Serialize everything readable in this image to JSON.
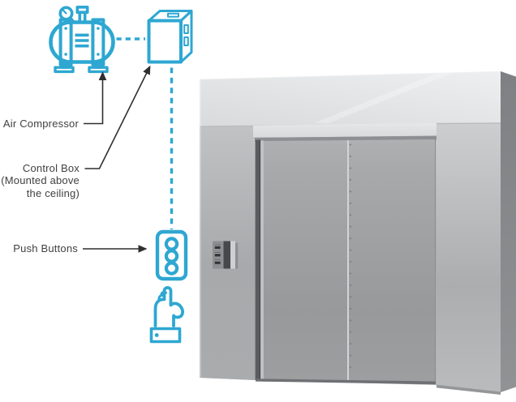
{
  "colors": {
    "accent": "#2ea7d2",
    "text": "#414042",
    "arrow": "#2f2f31",
    "elevator_wall": "#aaacae",
    "elevator_header": "#e7e8ea",
    "elevator_door": "#9da0a2",
    "elevator_side": "#818386",
    "call_panel_dark": "#46484b"
  },
  "diagram": {
    "labels": {
      "air_compressor": "Air Compressor",
      "control_box_lines": [
        "Control Box",
        "(Mounted above",
        "the ceiling)"
      ],
      "push_buttons": "Push Buttons"
    },
    "components": [
      "air-compressor",
      "control-box",
      "push-buttons",
      "pressing-hand",
      "elevator-sliding-doors"
    ],
    "connections": [
      {
        "from": "air-compressor",
        "to": "control-box",
        "style": "dashed"
      },
      {
        "from": "control-box",
        "to": "push-buttons",
        "style": "dashed"
      }
    ]
  }
}
